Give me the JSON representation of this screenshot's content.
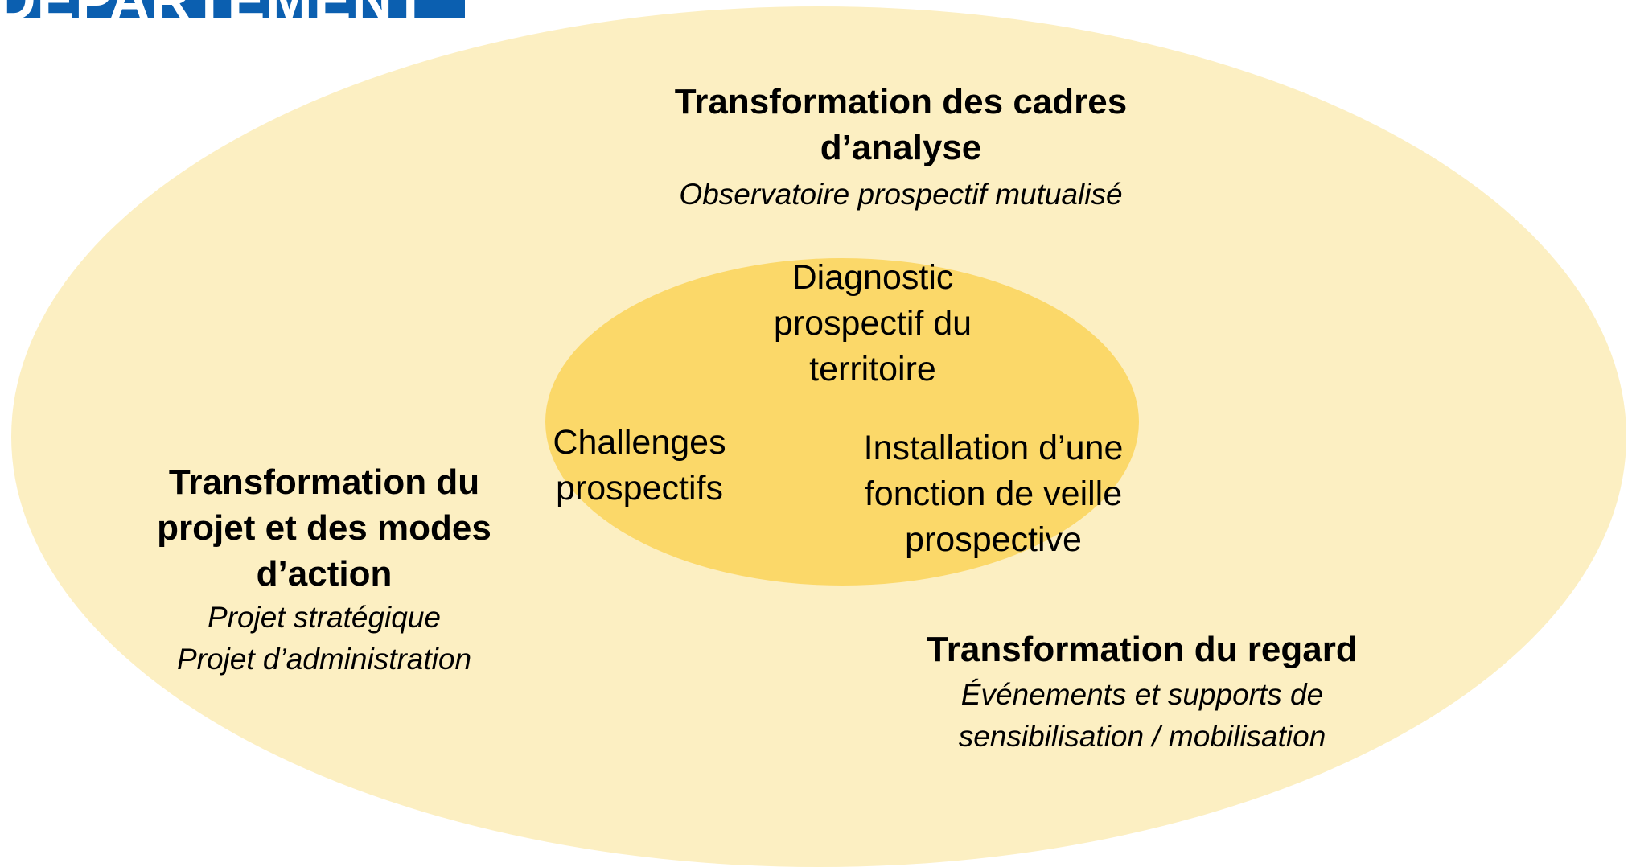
{
  "banner": {
    "text": "DÉPARTEMENT"
  },
  "colors": {
    "banner": "#0b5fb0",
    "outer_ellipse": "#fcefc2",
    "inner_ellipse": "#fbd869"
  },
  "top": {
    "title_line1": "Transformation des cadres",
    "title_line2": "d’analyse",
    "subtitle": "Observatoire prospectif mutualisé"
  },
  "left": {
    "title_line1": "Transformation du",
    "title_line2": "projet et des modes",
    "title_line3": "d’action",
    "sub_line1": "Projet stratégique",
    "sub_line2": "Projet d’administration"
  },
  "bottom_right": {
    "title": "Transformation du regard",
    "sub_line1": "Événements et supports de",
    "sub_line2": "sensibilisation / mobilisation"
  },
  "core": {
    "diagnostic_line1": "Diagnostic",
    "diagnostic_line2": "prospectif du",
    "diagnostic_line3": "territoire",
    "challenges_line1": "Challenges",
    "challenges_line2": "prospectifs",
    "veille_line1": "Installation d’une",
    "veille_line2": "fonction de veille",
    "veille_line3": "prospective"
  }
}
